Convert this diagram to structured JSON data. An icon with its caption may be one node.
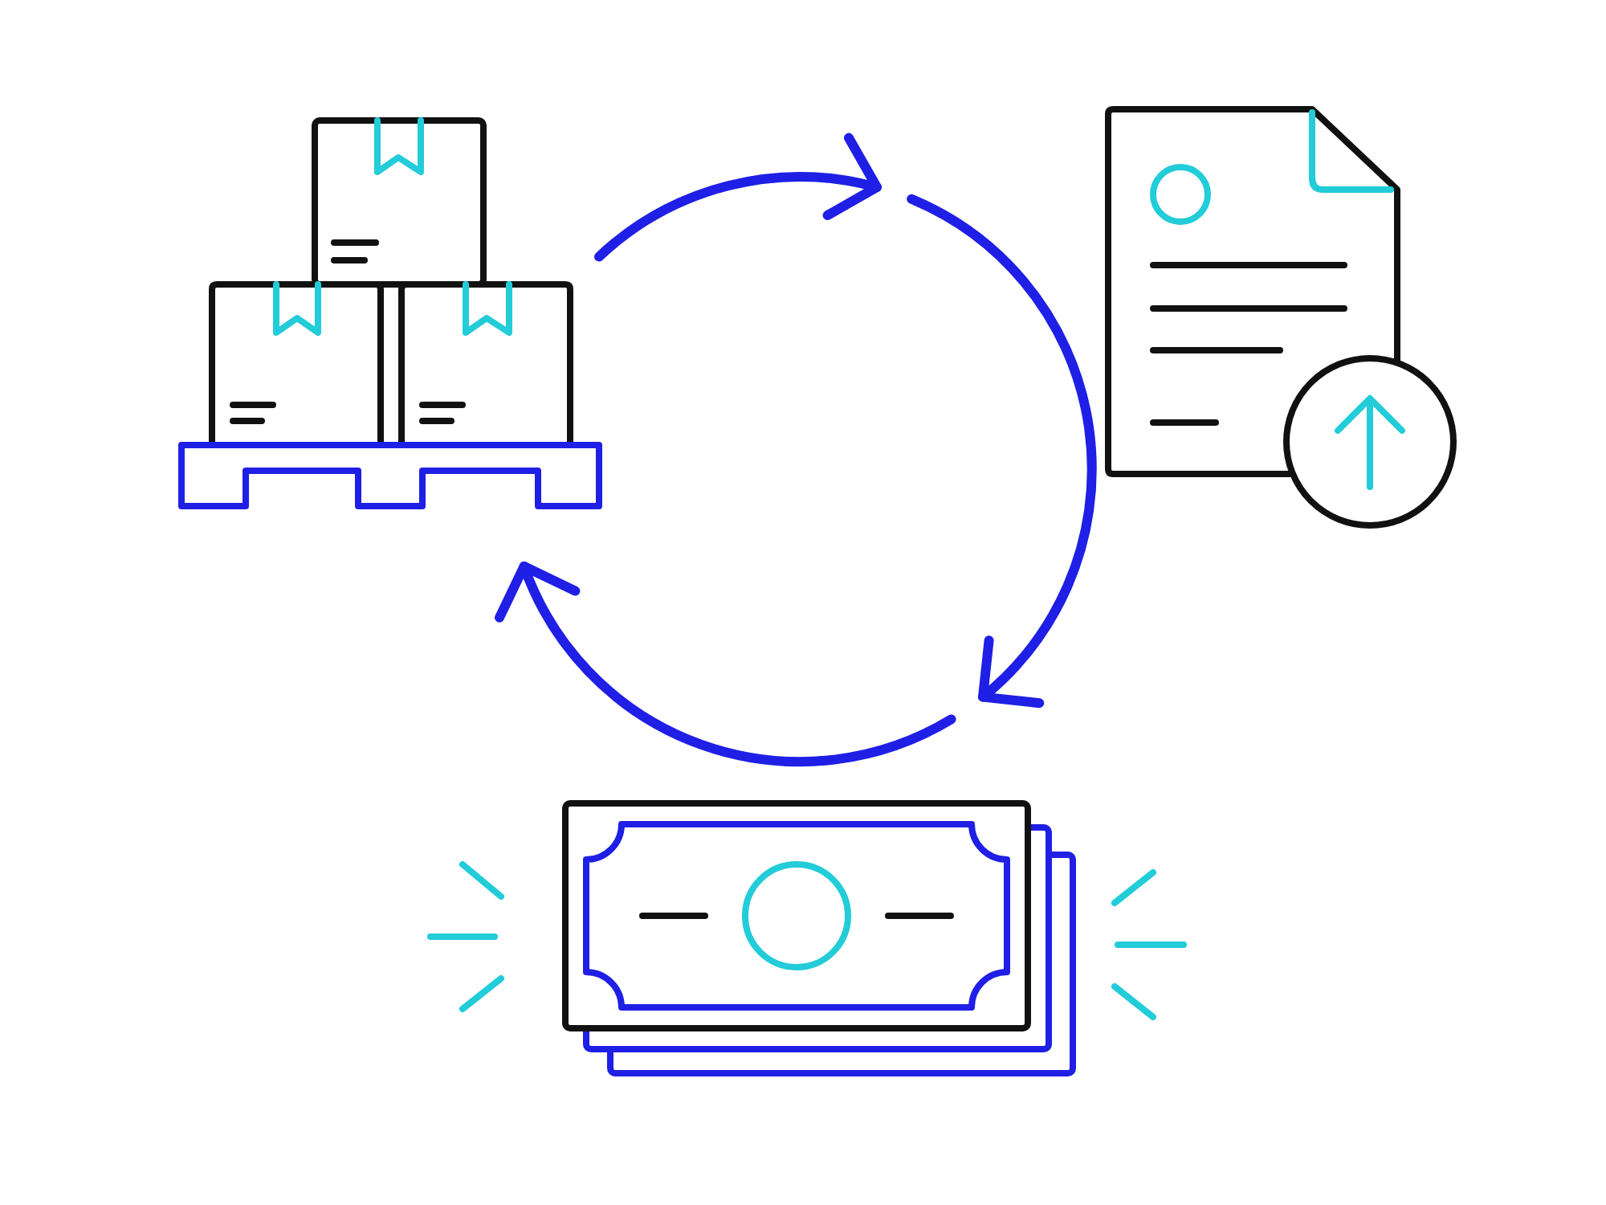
{
  "diagram": {
    "nodes": [
      {
        "text": [],
        "shape": "picture"
      },
      {
        "text": [],
        "shape": "picture"
      },
      {
        "text": [],
        "shape": "picture"
      }
    ],
    "edges": [
      {
        "from": 0,
        "to": null,
        "arrow": "to"
      },
      {
        "from": null,
        "to": 2,
        "arrow": "to"
      },
      {
        "from": 2,
        "to": 0,
        "arrow": "to"
      }
    ]
  }
}
